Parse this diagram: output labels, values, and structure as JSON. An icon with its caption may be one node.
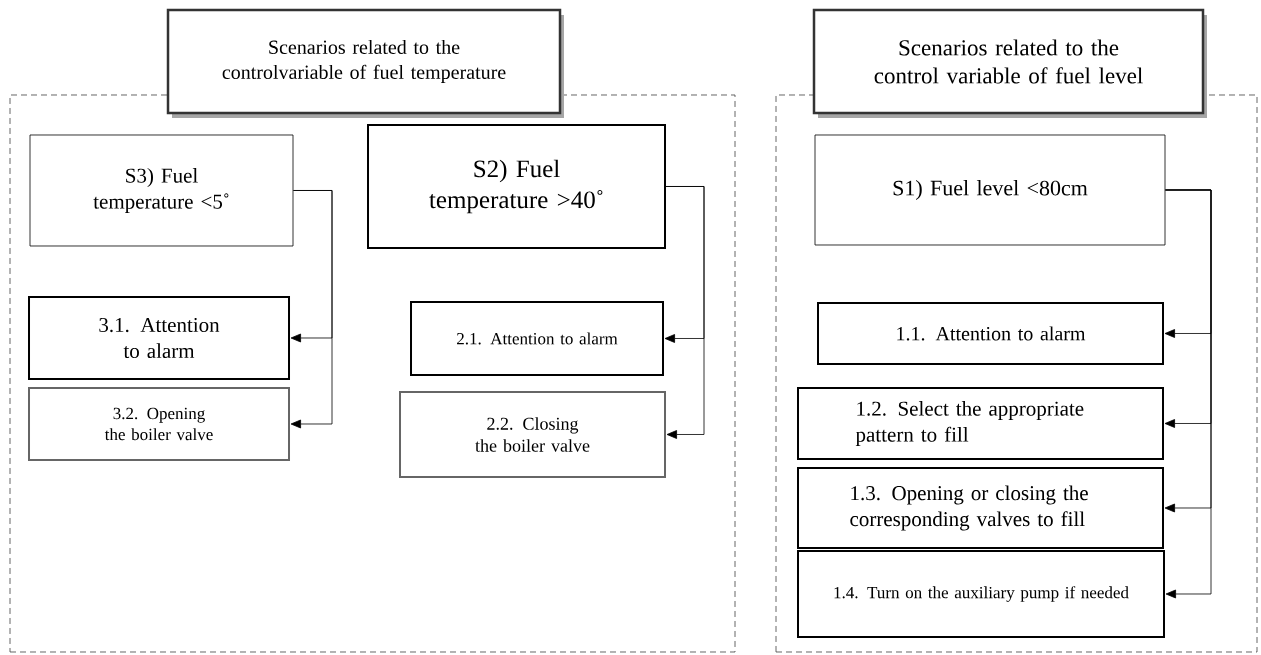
{
  "diagram": {
    "nodes": [
      {
        "text": [
          "Scenarios related to the controlvariable of fuel temperature"
        ]
      },
      {
        "text": [],
        "shape": "box"
      },
      {
        "text": [
          "S3) Fuel temperature <5˚"
        ],
        "in": 1
      },
      {
        "text": [
          "3.1. Attention to alarm"
        ],
        "in": 1
      },
      {
        "text": [
          "3.2. Opening the boiler valve"
        ],
        "in": 1
      },
      {
        "text": [
          "S2) Fuel temperature >40˚"
        ],
        "in": 1
      },
      {
        "text": [
          "2.1. Attention to alarm"
        ],
        "in": 1
      },
      {
        "text": [
          "2.2. Closing the boiler valve"
        ],
        "in": 1
      },
      {
        "text": [
          "Scenarios related to the control variable of fuel level"
        ]
      },
      {
        "text": [],
        "shape": "box"
      },
      {
        "text": [
          "S1) Fuel level <80cm"
        ],
        "in": 9
      },
      {
        "text": [
          "1.1. Attention to alarm"
        ],
        "in": 9
      },
      {
        "text": [
          "1.2. Select the appropriate pattern to fill"
        ],
        "in": 9
      },
      {
        "text": [
          "1.3. Opening or closing the corresponding valves to fill"
        ],
        "in": 9
      },
      {
        "text": [
          "1.4. Turn on the auxiliary pump if needed"
        ],
        "in": 9
      }
    ],
    "edges": [
      {
        "from": 2,
        "to": 3,
        "arrow": "to"
      },
      {
        "from": 2,
        "to": 4,
        "arrow": "to"
      },
      {
        "from": 5,
        "to": 6,
        "arrow": "to"
      },
      {
        "from": 5,
        "to": 7,
        "arrow": "to"
      },
      {
        "from": 10,
        "to": 11,
        "arrow": "to"
      },
      {
        "from": 10,
        "to": 12,
        "arrow": "to"
      },
      {
        "from": 10,
        "to": 13,
        "arrow": "to"
      },
      {
        "from": 10,
        "to": 14,
        "arrow": "to"
      }
    ]
  }
}
